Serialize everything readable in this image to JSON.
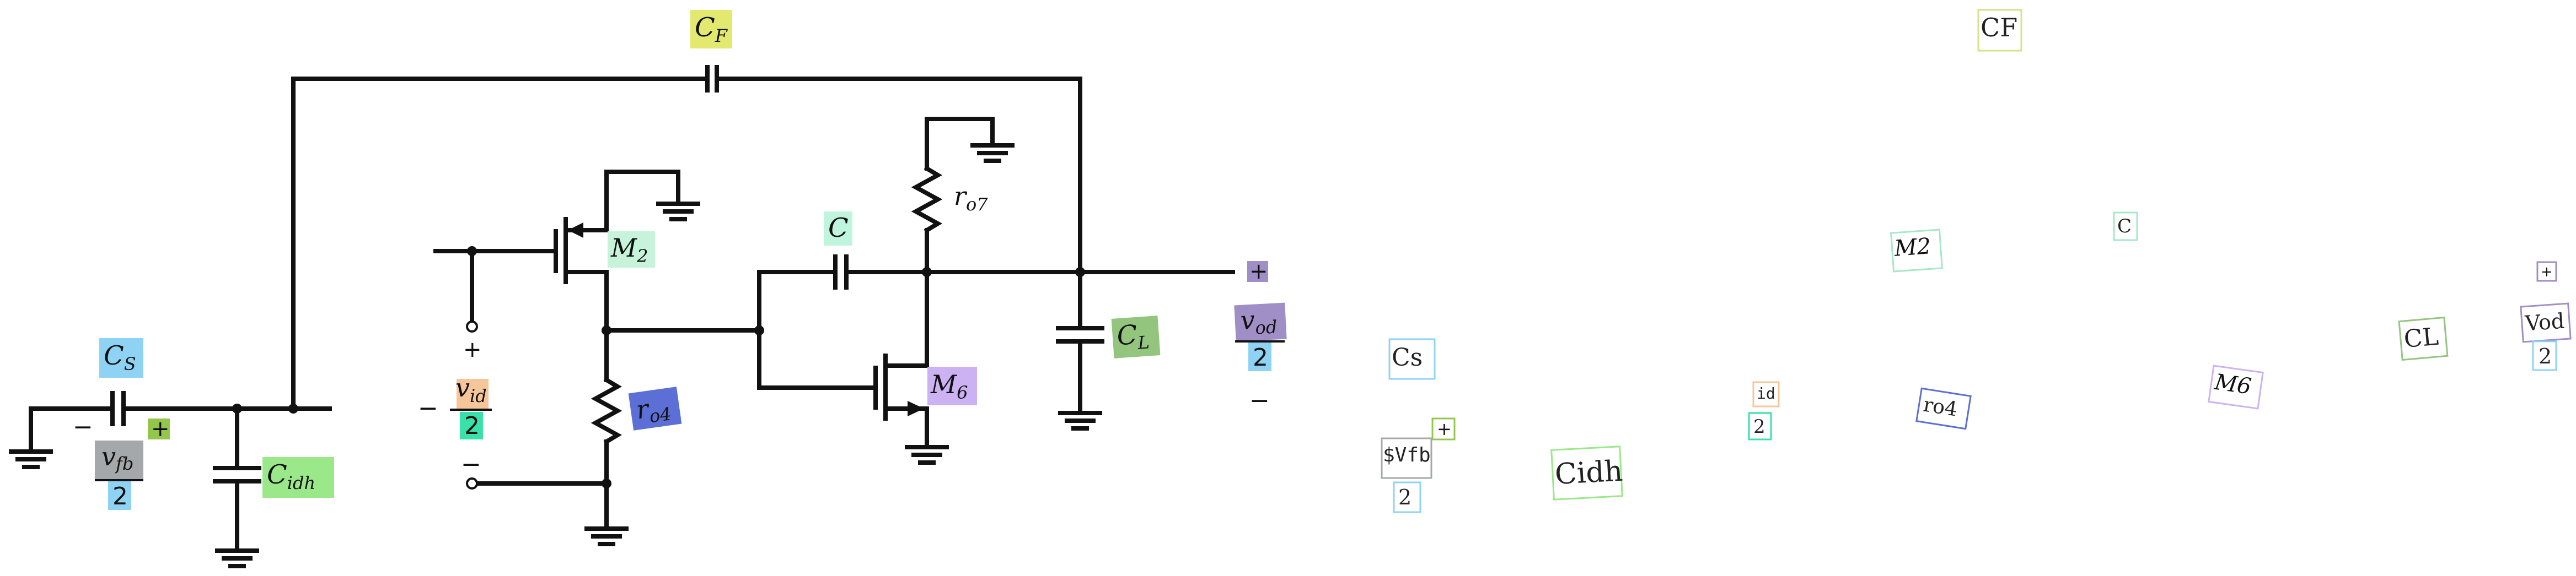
{
  "diagram": {
    "labels": {
      "cf": {
        "main": "C",
        "sub": "F"
      },
      "cs": {
        "main": "C",
        "sub": "S"
      },
      "cidh": {
        "main": "C",
        "sub": "idh"
      },
      "vfb": {
        "main": "v",
        "sub": "fb"
      },
      "vfb_den": "2",
      "vfb_minus": "−",
      "vfb_plus": "+",
      "m2": {
        "main": "M",
        "sub": "2"
      },
      "vid": {
        "main": "v",
        "sub": "id"
      },
      "vid_den": "2",
      "vid_plus": "+",
      "vid_minus_left": "−",
      "vid_minus_bottom": "−",
      "ro4": {
        "main": "r",
        "sub": "o4"
      },
      "c": "C",
      "ro7": {
        "main": "r",
        "sub": "o7"
      },
      "m6": {
        "main": "M",
        "sub": "6"
      },
      "cl": {
        "main": "C",
        "sub": "L"
      },
      "vod": {
        "main": "v",
        "sub": "od"
      },
      "vod_den": "2",
      "vod_plus": "+",
      "vod_minus": "−"
    },
    "annotation_layer": {
      "cf": "CF",
      "cs": "Cs",
      "vfb": "$Vfb",
      "vfb_den": "2",
      "vfb_plus": "+",
      "cidh": "Cidh",
      "id": "id",
      "id_den": "2",
      "m2": "M2",
      "ro4": "ro4",
      "c": "C",
      "m6": "M6",
      "cl": "CL",
      "vod": "Vod",
      "vod_den": "2",
      "vod_plus": "+"
    },
    "colors": {
      "cf": "#e3e86f",
      "cs": "#8fd3f4",
      "vfb": "#a5a8aa",
      "vfb_den": "#8fd3f4",
      "vfb_plus": "#93c64b",
      "cidh": "#9be88a",
      "m2": "#c6f3d9",
      "vid": "#f6c69b",
      "vid_den": "#39e0a7",
      "ro4": "#5b6fd6",
      "c": "#bff5dc",
      "m6": "#cdb2f3",
      "cl": "#93c57f",
      "vod": "#a08ec6",
      "vod_den": "#8fd3f4",
      "vod_plus": "#a08ec6"
    }
  }
}
